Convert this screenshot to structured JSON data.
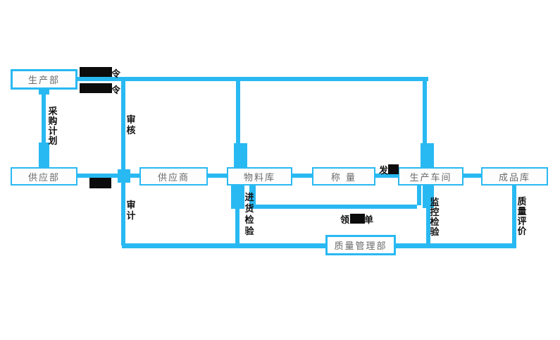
{
  "colors": {
    "accent": "#29B9F2",
    "redaction": "#0C0C0C",
    "node_text": "#6A6A6A",
    "label_text": "#101010",
    "background": "#FFFFFF"
  },
  "nodes": {
    "production_dept": {
      "label": "生产部"
    },
    "supply_dept": {
      "label": "供应部"
    },
    "supplier": {
      "label": "供应商"
    },
    "material_warehouse": {
      "label": "物料库"
    },
    "weighing": {
      "label": "称 量"
    },
    "production_workshop": {
      "label": "生产车间"
    },
    "finished_goods_warehouse": {
      "label": "成品库"
    },
    "quality_management_dept": {
      "label": "质量管理部"
    }
  },
  "labels": {
    "order1_visible_suffix": "令",
    "order2_visible_suffix": "令",
    "procurement_plan": "采购计划",
    "review": "审核",
    "audit": "审计",
    "incoming_inspection": "进货检验",
    "monitoring_inspection": "监控检验",
    "quality_evaluation": "质量评价",
    "material_issue_visible_prefix": "发",
    "requisition_first_char": "领",
    "requisition_last_char": "单"
  }
}
